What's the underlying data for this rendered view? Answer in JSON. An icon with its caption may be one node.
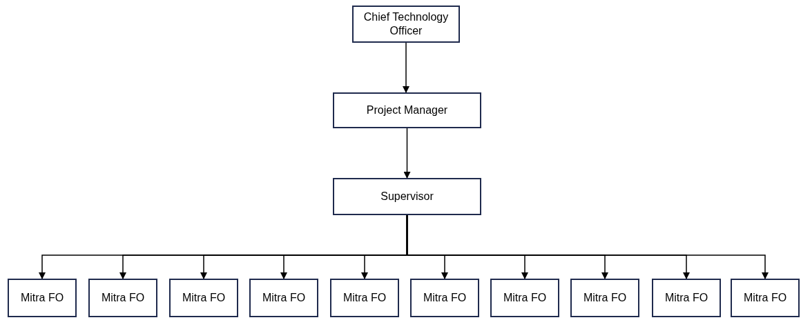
{
  "diagram": {
    "nodes": [
      {
        "text": [
          "Chief Technology Officer"
        ]
      },
      {
        "text": [
          "Project Manager"
        ]
      },
      {
        "text": [
          "Supervisor"
        ]
      },
      {
        "text": [
          "Mitra FO"
        ]
      },
      {
        "text": [
          "Mitra FO"
        ]
      },
      {
        "text": [
          "Mitra FO"
        ]
      },
      {
        "text": [
          "Mitra FO"
        ]
      },
      {
        "text": [
          "Mitra FO"
        ]
      },
      {
        "text": [
          "Mitra FO"
        ]
      },
      {
        "text": [
          "Mitra FO"
        ]
      },
      {
        "text": [
          "Mitra FO"
        ]
      },
      {
        "text": [
          "Mitra FO"
        ]
      },
      {
        "text": [
          "Mitra FO"
        ]
      }
    ],
    "edges": [
      {
        "from": 0,
        "to": 1,
        "arrow": "to"
      },
      {
        "from": 1,
        "to": 2,
        "arrow": "to"
      },
      {
        "from": 2,
        "to": 3,
        "arrow": "to"
      },
      {
        "from": 2,
        "to": 4,
        "arrow": "to"
      },
      {
        "from": 2,
        "to": 5,
        "arrow": "to"
      },
      {
        "from": 2,
        "to": 6,
        "arrow": "to"
      },
      {
        "from": 2,
        "to": 7,
        "arrow": "to"
      },
      {
        "from": 2,
        "to": 8,
        "arrow": "to"
      },
      {
        "from": 2,
        "to": 9,
        "arrow": "to"
      },
      {
        "from": 2,
        "to": 10,
        "arrow": "to"
      },
      {
        "from": 2,
        "to": 11,
        "arrow": "to"
      },
      {
        "from": 2,
        "to": 12,
        "arrow": "to"
      }
    ]
  }
}
